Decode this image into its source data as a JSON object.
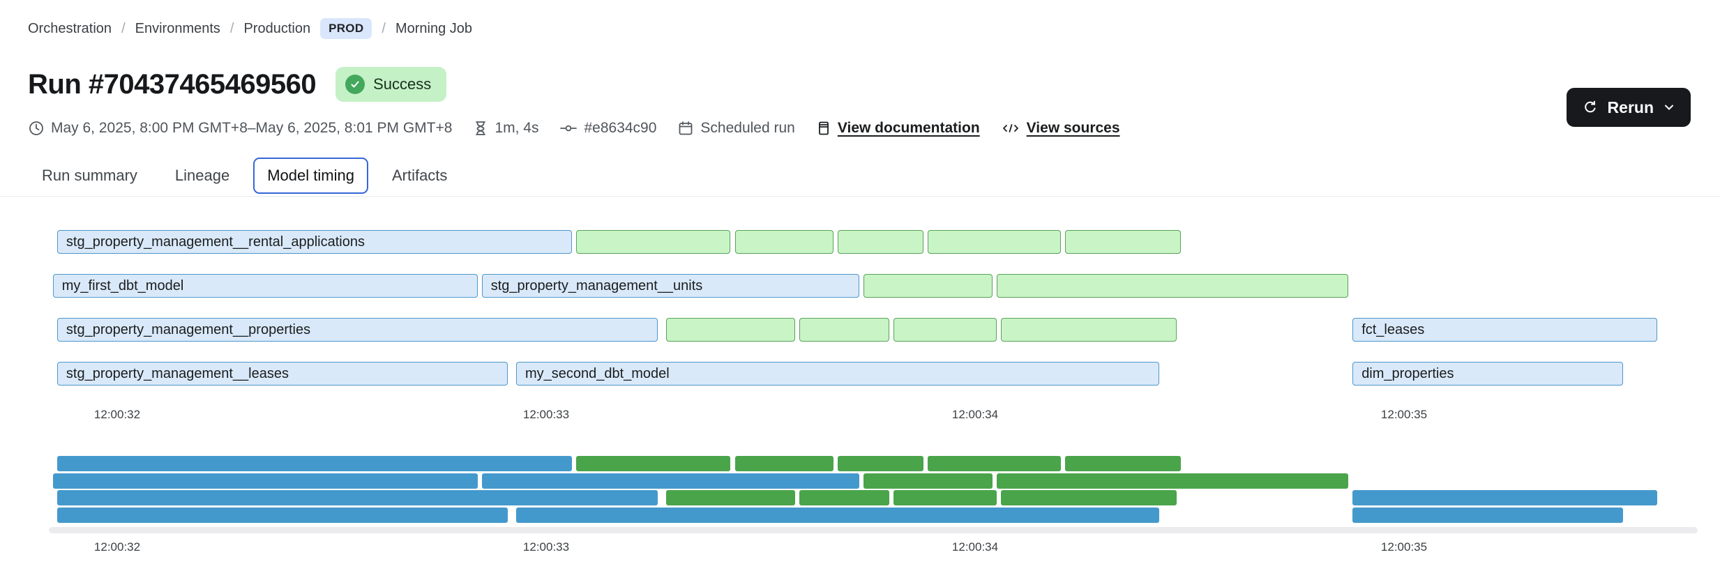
{
  "breadcrumb": {
    "separator": "/",
    "items": [
      "Orchestration",
      "Environments",
      "Production"
    ],
    "env_badge": "PROD",
    "current": "Morning Job"
  },
  "header": {
    "title": "Run #70437465469560",
    "status_badge": "Success"
  },
  "toolbar": {
    "rerun_label": "Rerun"
  },
  "meta": {
    "time_range": "May 6, 2025, 8:00 PM GMT+8–May 6, 2025, 8:01 PM GMT+8",
    "duration": "1m, 4s",
    "commit_sha": "#e8634c90",
    "trigger": "Scheduled run",
    "documentation_link": "View documentation",
    "sources_link": "View sources"
  },
  "tabs": [
    {
      "label": "Run summary",
      "active": false
    },
    {
      "label": "Lineage",
      "active": false
    },
    {
      "label": "Model timing",
      "active": true
    },
    {
      "label": "Artifacts",
      "active": false
    }
  ],
  "chart_data": {
    "type": "gantt",
    "description": "Model timing Gantt chart with detail view (labeled outlined bars), overview strip (solid bars) and duplicated time axis",
    "x_axis": {
      "tick_labels": [
        "12:00:32",
        "12:00:33",
        "12:00:34",
        "12:00:35"
      ],
      "tick_times": [
        2,
        3,
        4,
        5
      ],
      "range": [
        1.8,
        5.65
      ],
      "unit": "seconds after 12:00:30"
    },
    "colors": {
      "blue_fill": "#d9e9f9",
      "blue_border": "#4e96cb",
      "green_fill": "#c9f4c6",
      "green_border": "#58a358",
      "overview_blue": "#4499cc",
      "overview_green": "#4aa44a"
    },
    "rows": [
      {
        "bars": [
          {
            "label": "stg_property_management__rental_applications",
            "color": "blue",
            "start": 1.86,
            "end": 3.06
          },
          {
            "label": "",
            "color": "green",
            "start": 3.07,
            "end": 3.43
          },
          {
            "label": "",
            "color": "green",
            "start": 3.44,
            "end": 3.67
          },
          {
            "label": "",
            "color": "green",
            "start": 3.68,
            "end": 3.88
          },
          {
            "label": "",
            "color": "green",
            "start": 3.89,
            "end": 4.2
          },
          {
            "label": "",
            "color": "green",
            "start": 4.21,
            "end": 4.48
          }
        ]
      },
      {
        "bars": [
          {
            "label": "my_first_dbt_model",
            "color": "blue",
            "start": 1.85,
            "end": 2.84
          },
          {
            "label": "stg_property_management__units",
            "color": "blue",
            "start": 2.85,
            "end": 3.73
          },
          {
            "label": "",
            "color": "green",
            "start": 3.74,
            "end": 4.04
          },
          {
            "label": "",
            "color": "green",
            "start": 4.05,
            "end": 4.87
          }
        ]
      },
      {
        "bars": [
          {
            "label": "stg_property_management__properties",
            "color": "blue",
            "start": 1.86,
            "end": 3.26
          },
          {
            "label": "",
            "color": "green",
            "start": 3.28,
            "end": 3.58
          },
          {
            "label": "",
            "color": "green",
            "start": 3.59,
            "end": 3.8
          },
          {
            "label": "",
            "color": "green",
            "start": 3.81,
            "end": 4.05
          },
          {
            "label": "",
            "color": "green",
            "start": 4.06,
            "end": 4.47
          },
          {
            "label": "fct_leases",
            "color": "blue",
            "start": 4.88,
            "end": 5.59
          }
        ]
      },
      {
        "bars": [
          {
            "label": "stg_property_management__leases",
            "color": "blue",
            "start": 1.86,
            "end": 2.91
          },
          {
            "label": "my_second_dbt_model",
            "color": "blue",
            "start": 2.93,
            "end": 4.43
          },
          {
            "label": "dim_properties",
            "color": "blue",
            "start": 4.88,
            "end": 5.51
          }
        ]
      }
    ]
  }
}
